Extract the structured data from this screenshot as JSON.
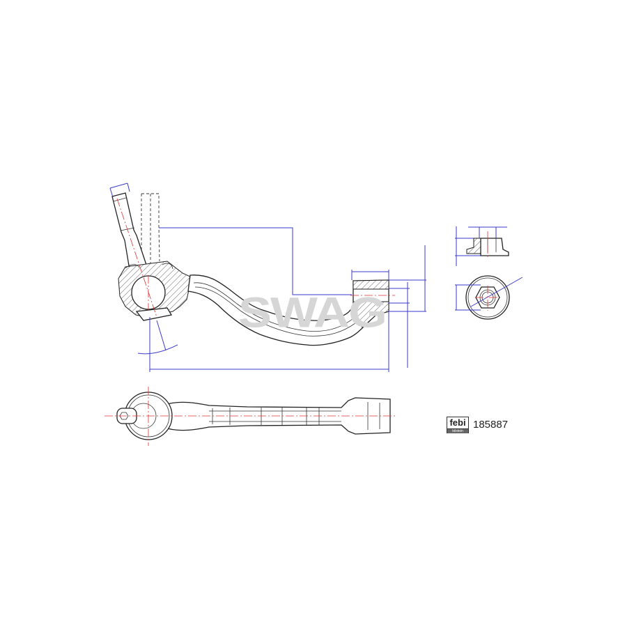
{
  "drawing": {
    "title": "Tie rod end technical drawing",
    "watermark": "SWAG",
    "brand_logo": {
      "main": "febi",
      "sub": "bilstein"
    },
    "part_number": "185887",
    "colors": {
      "dimension": "#3a3acc",
      "centerline": "#e03030",
      "outline": "#222222",
      "watermark": "#d6d6d6"
    }
  }
}
